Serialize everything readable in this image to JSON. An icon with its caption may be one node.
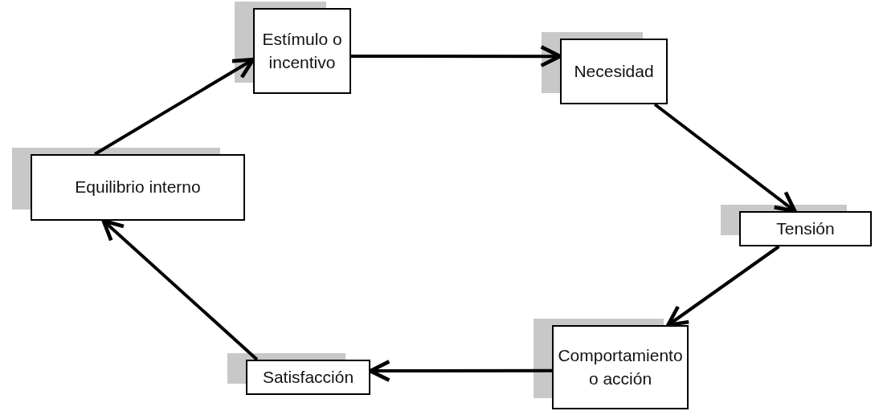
{
  "diagram": {
    "nodes": [
      {
        "text": [
          "Estímulo o incentivo"
        ]
      },
      {
        "text": [
          "Necesidad"
        ]
      },
      {
        "text": [
          "Tensión"
        ]
      },
      {
        "text": [
          "Comportamiento o acción"
        ]
      },
      {
        "text": [
          "Satisfacción"
        ]
      },
      {
        "text": [
          "Equilibrio interno"
        ]
      }
    ],
    "edges": [
      {
        "from": 0,
        "to": 1,
        "arrow": "to"
      },
      {
        "from": 1,
        "to": 2,
        "arrow": "to"
      },
      {
        "from": 2,
        "to": 3,
        "arrow": "to"
      },
      {
        "from": 3,
        "to": 4,
        "arrow": "to"
      },
      {
        "from": 4,
        "to": 5,
        "arrow": "to"
      },
      {
        "from": 5,
        "to": 0,
        "arrow": "to"
      }
    ]
  }
}
